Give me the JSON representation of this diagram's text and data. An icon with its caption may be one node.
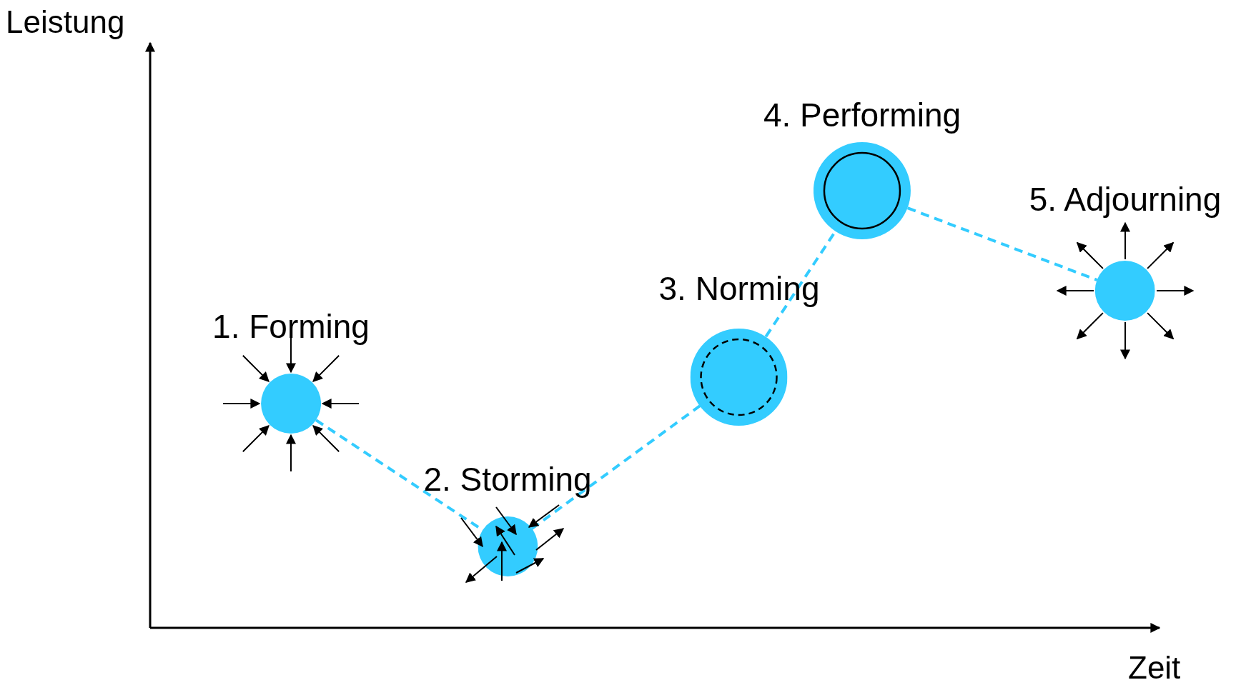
{
  "diagram": {
    "nodes": [
      {
        "text": [
          "1. Forming"
        ]
      },
      {
        "text": [
          "2. Storming"
        ]
      },
      {
        "text": [
          "3. Norming"
        ]
      },
      {
        "text": [
          "4. Performing"
        ]
      },
      {
        "text": [
          "5. Adjourning"
        ]
      }
    ],
    "edges": [
      {
        "from": 0,
        "to": 1,
        "arrow": "none",
        "style": "dashed"
      },
      {
        "from": 1,
        "to": 2,
        "arrow": "none",
        "style": "dashed"
      },
      {
        "from": 2,
        "to": 3,
        "arrow": "none",
        "style": "dashed"
      },
      {
        "from": 3,
        "to": 4,
        "arrow": "none",
        "style": "dashed"
      }
    ],
    "labels": [
      "Leistung",
      "Zeit"
    ]
  }
}
